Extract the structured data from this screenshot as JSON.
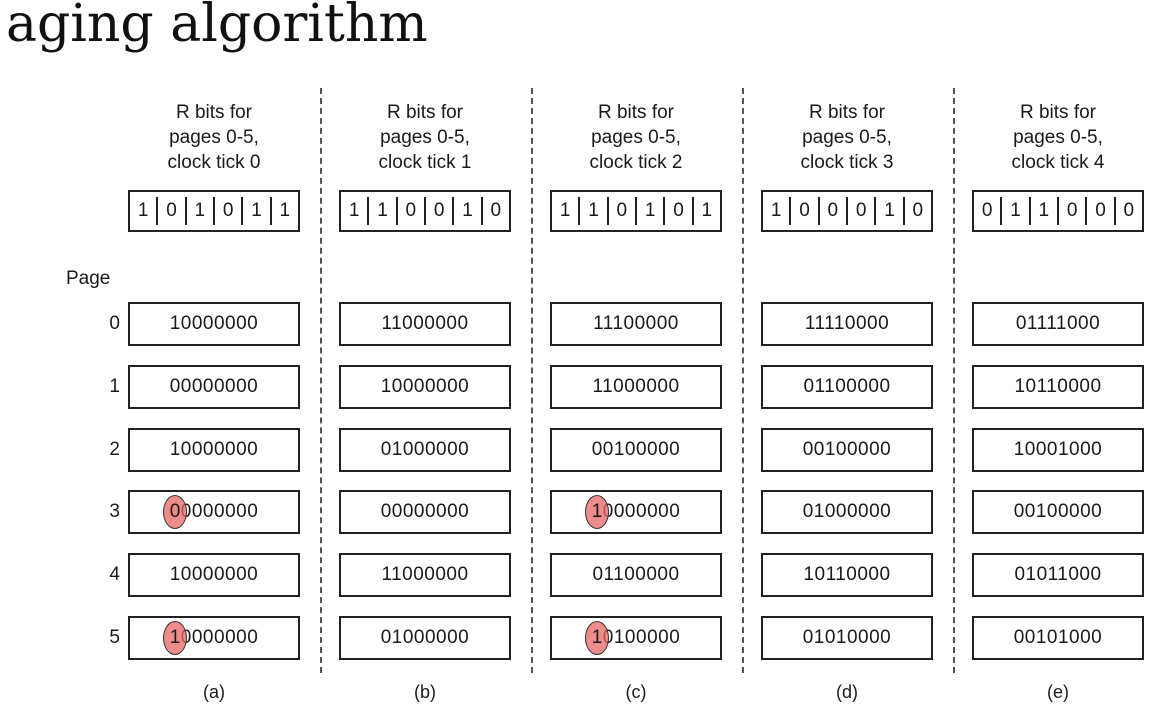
{
  "title": "aging algorithm",
  "page_header": "Page",
  "pages": [
    "0",
    "1",
    "2",
    "3",
    "4",
    "5"
  ],
  "header_lines": [
    "R bits for",
    "pages 0-5,"
  ],
  "columns": [
    {
      "label": "(a)",
      "tick_text": "clock tick 0",
      "r_bits": [
        "1",
        "0",
        "1",
        "0",
        "1",
        "1"
      ],
      "counters": [
        "10000000",
        "00000000",
        "10000000",
        "00000000",
        "10000000",
        "10000000"
      ],
      "highlighted_rows": [
        3,
        5
      ]
    },
    {
      "label": "(b)",
      "tick_text": "clock tick 1",
      "r_bits": [
        "1",
        "1",
        "0",
        "0",
        "1",
        "0"
      ],
      "counters": [
        "11000000",
        "10000000",
        "01000000",
        "00000000",
        "11000000",
        "01000000"
      ],
      "highlighted_rows": []
    },
    {
      "label": "(c)",
      "tick_text": "clock tick 2",
      "r_bits": [
        "1",
        "1",
        "0",
        "1",
        "0",
        "1"
      ],
      "counters": [
        "11100000",
        "11000000",
        "00100000",
        "10000000",
        "01100000",
        "10100000"
      ],
      "highlighted_rows": [
        3,
        5
      ]
    },
    {
      "label": "(d)",
      "tick_text": "clock tick 3",
      "r_bits": [
        "1",
        "0",
        "0",
        "0",
        "1",
        "0"
      ],
      "counters": [
        "11110000",
        "01100000",
        "00100000",
        "01000000",
        "10110000",
        "01010000"
      ],
      "highlighted_rows": []
    },
    {
      "label": "(e)",
      "tick_text": "clock tick 4",
      "r_bits": [
        "0",
        "1",
        "1",
        "0",
        "0",
        "0"
      ],
      "counters": [
        "01111000",
        "10110000",
        "10001000",
        "00100000",
        "01011000",
        "00101000"
      ],
      "highlighted_rows": []
    }
  ],
  "colors": {
    "highlight": "#e86464",
    "border": "#222222"
  }
}
